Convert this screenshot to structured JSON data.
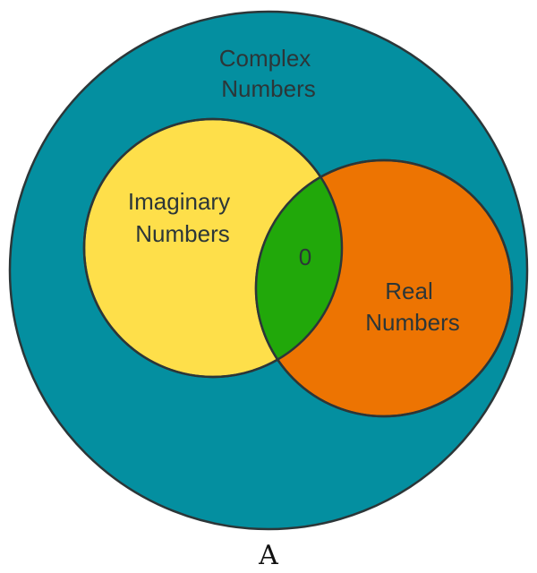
{
  "diagram": {
    "regions": {
      "complex": {
        "line1": "Complex",
        "line2": "Numbers",
        "color": "#048fa0"
      },
      "imaginary": {
        "line1": "Imaginary",
        "line2": "Numbers",
        "color": "#fedf4a"
      },
      "real": {
        "line1": "Real",
        "line2": "Numbers",
        "color": "#ed7402"
      },
      "intersection": {
        "label": "0",
        "color": "#21a80a"
      }
    },
    "text_color": "#2c3638",
    "outline_color": "#2c3638",
    "caption": "A"
  }
}
